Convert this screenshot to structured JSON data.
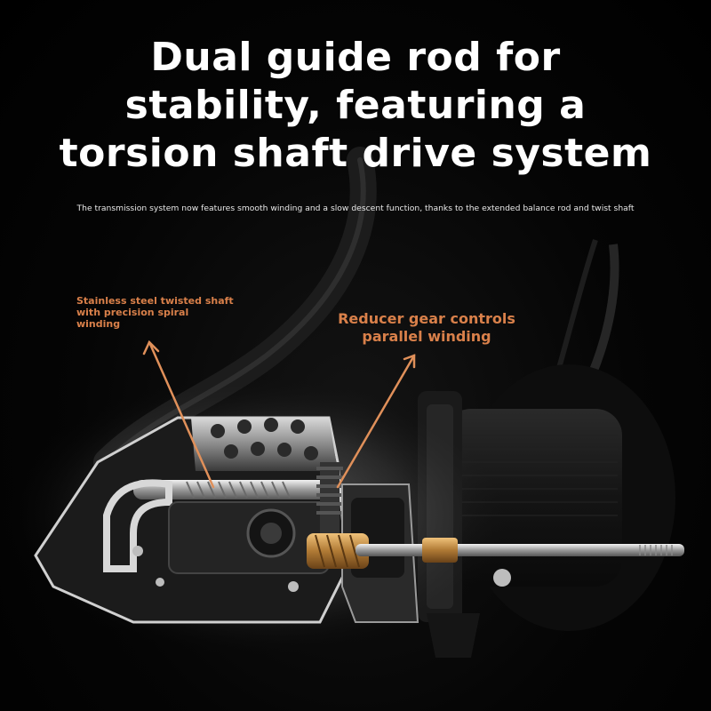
{
  "headline": {
    "line1": "Dual guide rod for",
    "line2": "stability, featuring a",
    "line3": "torsion shaft drive system"
  },
  "subtitle": "The transmission system now features smooth winding and a slow descent function, thanks to the extended balance rod and twist shaft",
  "callouts": {
    "left": {
      "line1": "Stainless steel twisted shaft",
      "line2": "with precision spiral",
      "line3": "winding"
    },
    "right": {
      "line1": "Reducer gear controls",
      "line2": "parallel winding"
    }
  },
  "colors": {
    "background": "#000000",
    "headline": "#ffffff",
    "callout": "#d9804a",
    "arrow": "#e0905a",
    "brass": "#c08a3e"
  },
  "icons": [
    "fishing-reel-illustration",
    "arrow-up-icon"
  ]
}
